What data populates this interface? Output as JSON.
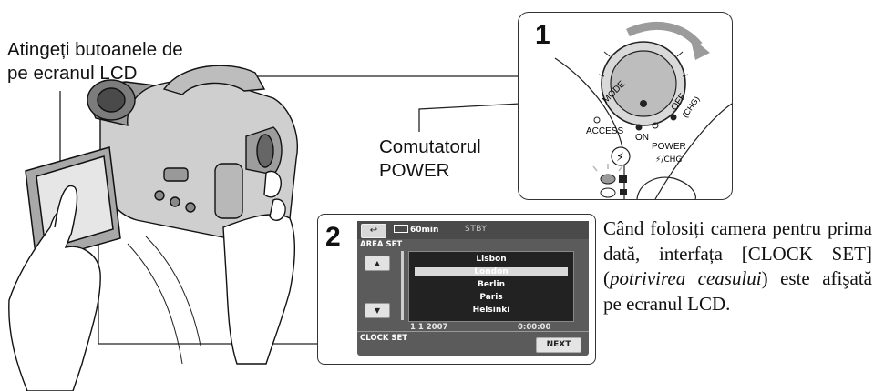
{
  "touch_caption": {
    "line1": "Atingeți butoanele de",
    "line2": "pe ecranul LCD"
  },
  "power_caption": {
    "line1": "Comutatorul",
    "line2": "POWER"
  },
  "step1": {
    "number": "1",
    "dial_labels": {
      "mode": "MODE",
      "off": "OFF",
      "chg": "(CHG)",
      "on": "ON",
      "power": "POWER",
      "access": "ACCESS",
      "flash_chg": "⚡/CHG"
    }
  },
  "step2": {
    "number": "2",
    "lcd": {
      "battery": "60min",
      "status": "STBY",
      "area_set": "AREA SET",
      "cities": [
        "Lisbon",
        "London",
        "Berlin",
        "Paris",
        "Helsinki"
      ],
      "selected_city": "London",
      "date": "1  1  2007",
      "time": "0:00:00",
      "clock_set": "CLOCK SET",
      "next": "NEXT"
    }
  },
  "description": {
    "part1": "Când folosiți camera pentru prima dată, interfața [CLOCK SET] (",
    "italic": "potrivirea ceasului",
    "part2": ") este afişată pe ecranul LCD."
  }
}
